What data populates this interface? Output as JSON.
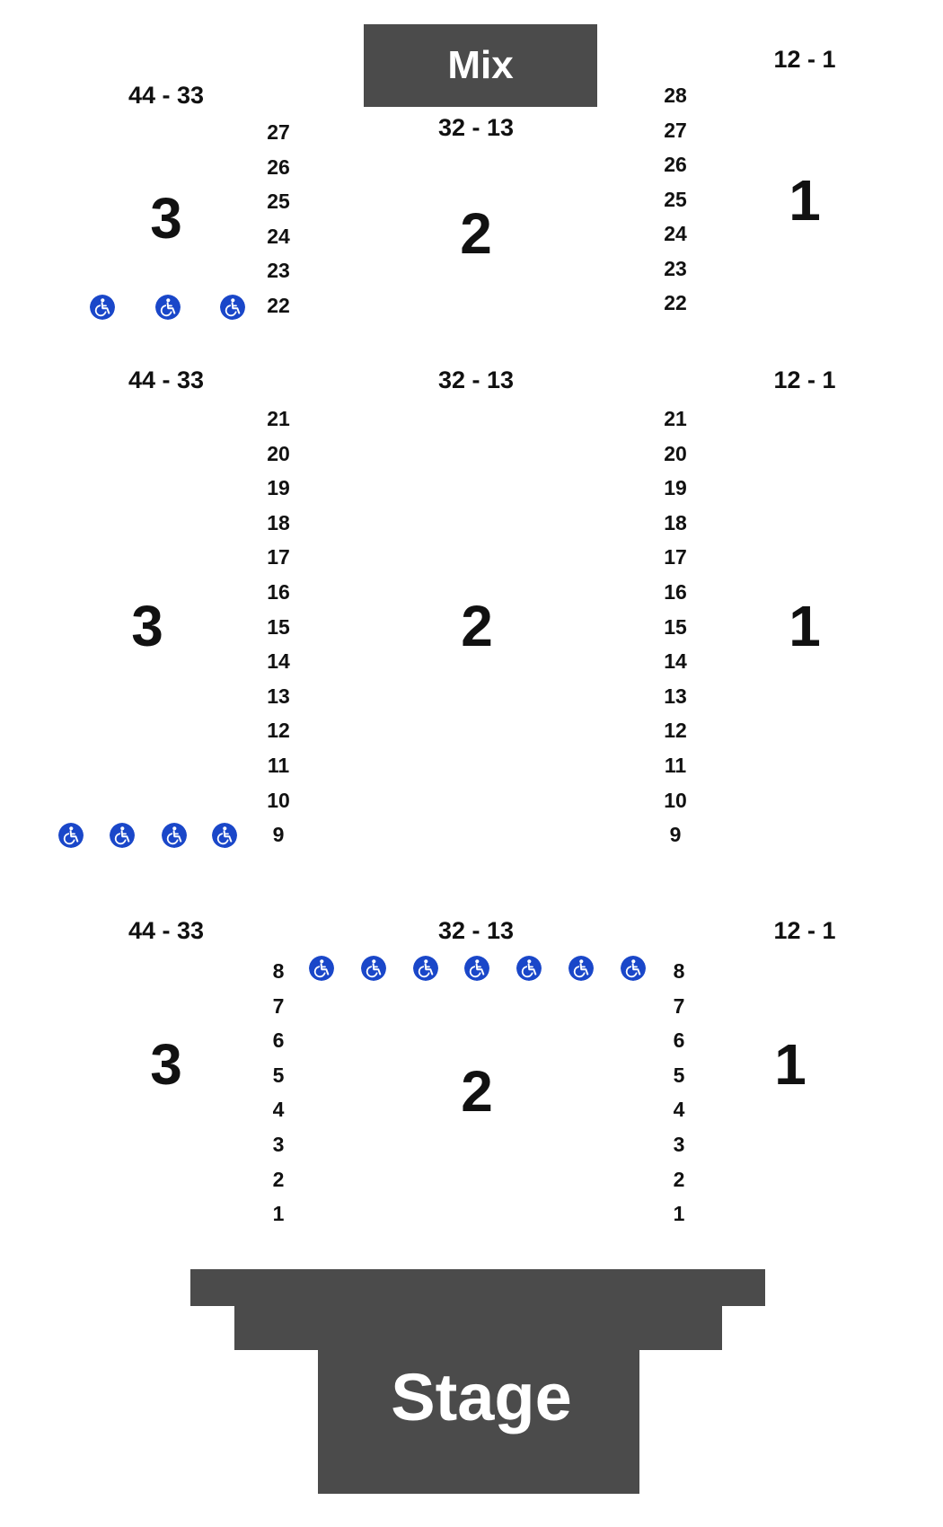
{
  "mix_label": "Mix",
  "stage_label": "Stage",
  "accessible_color": "#1a47c9",
  "booth_color": "#4b4b4b",
  "blocks": [
    {
      "name": "rear",
      "ranges": {
        "left": "44 - 33",
        "center": "32 - 13",
        "right": "12 - 1"
      },
      "sections": {
        "left": "3",
        "center": "2",
        "right": "1"
      },
      "rows_left": [
        "27",
        "26",
        "25",
        "24",
        "23",
        "22"
      ],
      "rows_right": [
        "28",
        "27",
        "26",
        "25",
        "24",
        "23",
        "22"
      ],
      "wheelchair_count": 3
    },
    {
      "name": "middle",
      "ranges": {
        "left": "44 - 33",
        "center": "32 - 13",
        "right": "12 - 1"
      },
      "sections": {
        "left": "3",
        "center": "2",
        "right": "1"
      },
      "rows_left": [
        "21",
        "20",
        "19",
        "18",
        "17",
        "16",
        "15",
        "14",
        "13",
        "12",
        "11",
        "10",
        "9"
      ],
      "rows_right": [
        "21",
        "20",
        "19",
        "18",
        "17",
        "16",
        "15",
        "14",
        "13",
        "12",
        "11",
        "10",
        "9"
      ],
      "wheelchair_count": 4
    },
    {
      "name": "front",
      "ranges": {
        "left": "44 - 33",
        "center": "32 - 13",
        "right": "12 - 1"
      },
      "sections": {
        "left": "3",
        "center": "2",
        "right": "1"
      },
      "rows_left": [
        "8",
        "7",
        "6",
        "5",
        "4",
        "3",
        "2",
        "1"
      ],
      "rows_right": [
        "8",
        "7",
        "6",
        "5",
        "4",
        "3",
        "2",
        "1"
      ],
      "wheelchair_count": 7
    }
  ]
}
